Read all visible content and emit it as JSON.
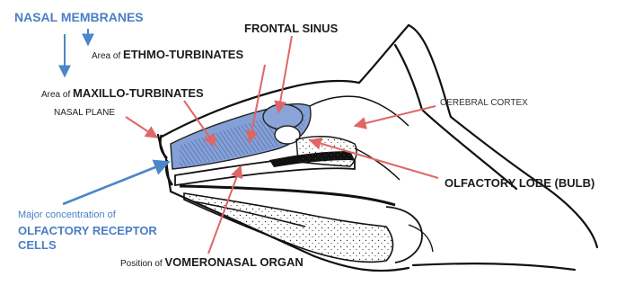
{
  "labels": {
    "nasal_membranes": "NASAL MEMBRANES",
    "ethmo_prefix": "Area of ",
    "ethmo_main": "ETHMO-TURBINATES",
    "maxillo_prefix": "Area of ",
    "maxillo_main": "MAXILLO-TURBINATES",
    "nasal_plane": "NASAL PLANE",
    "frontal_sinus": "FRONTAL SINUS",
    "cerebral_cortex": "CEREBRAL CORTEX",
    "olfactory_lobe": "OLFACTORY LOBE (BULB)",
    "receptor_line1": "Major concentration of",
    "receptor_line2": "OLFACTORY RECEPTOR",
    "receptor_line3": "CELLS",
    "vomeronasal_prefix": "Position of ",
    "vomeronasal_main": "VOMERONASAL ORGAN"
  },
  "colors": {
    "blue_label": "#4a7fc4",
    "arrow_red": "#e06666",
    "arrow_blue": "#4a86c8",
    "turbinate_fill": "#6f8fd0",
    "outline": "#111111"
  }
}
